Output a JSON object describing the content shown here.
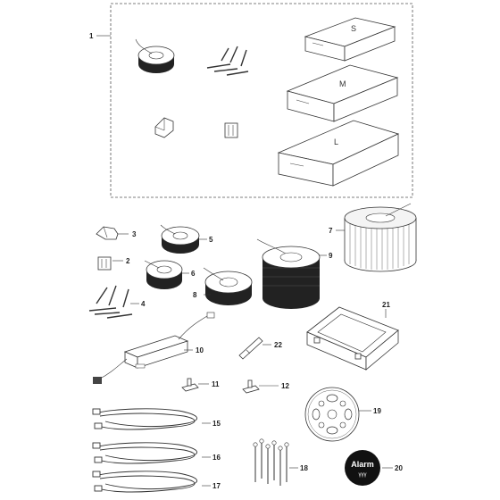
{
  "kit": {
    "number": "1",
    "sizes": [
      "S",
      "M",
      "L"
    ]
  },
  "parts": [
    {
      "number": "2"
    },
    {
      "number": "3"
    },
    {
      "number": "4"
    },
    {
      "number": "5"
    },
    {
      "number": "6"
    },
    {
      "number": "7"
    },
    {
      "number": "8"
    },
    {
      "number": "9"
    },
    {
      "number": "10"
    },
    {
      "number": "11"
    },
    {
      "number": "12"
    },
    {
      "number": "15"
    },
    {
      "number": "16"
    },
    {
      "number": "17"
    },
    {
      "number": "18"
    },
    {
      "number": "19"
    },
    {
      "number": "20"
    },
    {
      "number": "21"
    },
    {
      "number": "22"
    }
  ],
  "logo": {
    "text": "Alarm",
    "sub": "үүү"
  }
}
